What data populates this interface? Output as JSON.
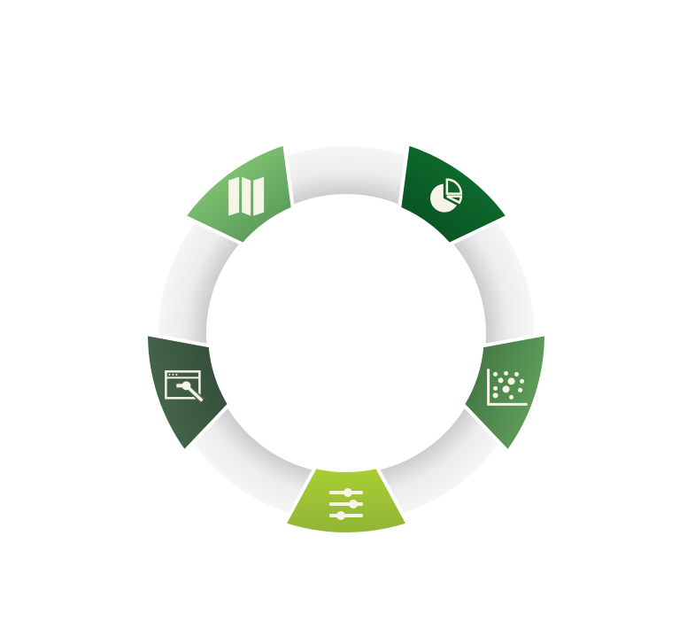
{
  "diagram": {
    "ring_color_light": "#f2f2f2",
    "ring_color_dark": "#cfcfcf",
    "icon_color": "#f6f4e6",
    "segments": [
      {
        "name": "map",
        "icon": "map-icon",
        "angle_deg": -36,
        "color": "#7cc070",
        "color2": "#5f9f5c"
      },
      {
        "name": "pie-chart",
        "icon": "pie-chart-icon",
        "angle_deg": 36,
        "color": "#0d6a2c",
        "color2": "#0a5524"
      },
      {
        "name": "scatter-plot",
        "icon": "scatter-plot-icon",
        "angle_deg": 108,
        "color": "#5f9d5b",
        "color2": "#467a45"
      },
      {
        "name": "sliders",
        "icon": "sliders-icon",
        "angle_deg": 180,
        "color": "#8fb536",
        "color2": "#a9cd33"
      },
      {
        "name": "design-window",
        "icon": "paintbrush-window-icon",
        "angle_deg": 252,
        "color": "#45654b",
        "color2": "#36503b"
      }
    ]
  }
}
